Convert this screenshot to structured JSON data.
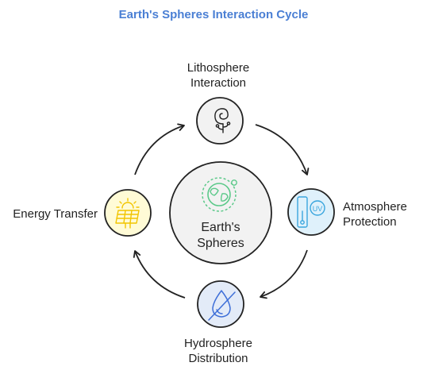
{
  "title": "Earth's Spheres Interaction Cycle",
  "center": {
    "line1": "Earth's",
    "line2": "Spheres",
    "icon": "earth-globe-icon"
  },
  "nodes": {
    "lithosphere": {
      "line1": "Lithosphere",
      "line2": "Interaction",
      "icon": "sprout-icon",
      "fill": "#f2f2f2"
    },
    "atmosphere": {
      "line1": "Atmosphere",
      "line2": "Protection",
      "icon": "uv-thermometer-icon",
      "fill": "#dff1fb"
    },
    "hydrosphere": {
      "line1": "Hydrosphere",
      "line2": "Distribution",
      "icon": "no-water-drop-icon",
      "fill": "#e3ebf8"
    },
    "energy": {
      "line1": "Energy Transfer",
      "icon": "solar-panel-icon",
      "fill": "#fffbd6"
    }
  },
  "colors": {
    "title": "#4a7fd4",
    "outline": "#222222",
    "center_fill": "#f2f2f2",
    "globe_green": "#5cc98a",
    "atmo_icon": "#3aa6de",
    "hydro_icon": "#3e6fd8",
    "energy_icon": "#f2c500"
  }
}
